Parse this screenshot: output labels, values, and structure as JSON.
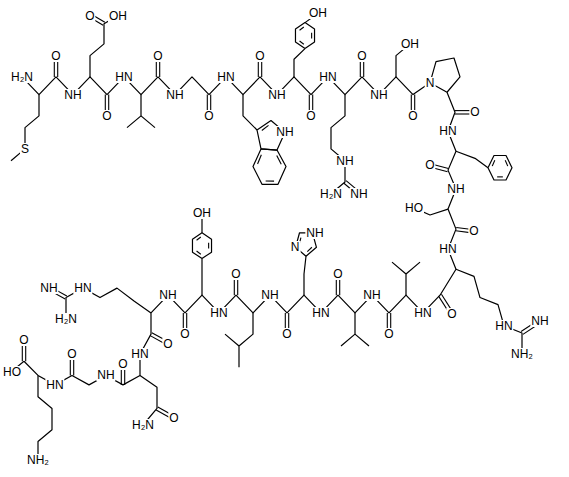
{
  "diagram": {
    "labels": [
      "H₂N",
      "S",
      "O",
      "NH",
      "O",
      "OH",
      "O",
      "HN",
      "O",
      "NH",
      "O",
      "HN",
      "NH",
      "O",
      "NH",
      "OH",
      "O",
      "HN",
      "NH",
      "NH",
      "H₂N",
      "O",
      "OH",
      "NH",
      "O",
      "N",
      "O",
      "HN",
      "O",
      "NH",
      "HO",
      "O",
      "HN",
      "HN",
      "NH",
      "NH₂",
      "O",
      "HN",
      "O",
      "NH",
      "O",
      "HN",
      "N",
      "NH",
      "O",
      "NH",
      "O",
      "HN",
      "OH",
      "O",
      "NH",
      "HN",
      "NH",
      "H₂N",
      "O",
      "HN",
      "O",
      "H₂N",
      "O",
      "NH",
      "O",
      "HN",
      "NH₂",
      "O",
      "HO"
    ]
  }
}
